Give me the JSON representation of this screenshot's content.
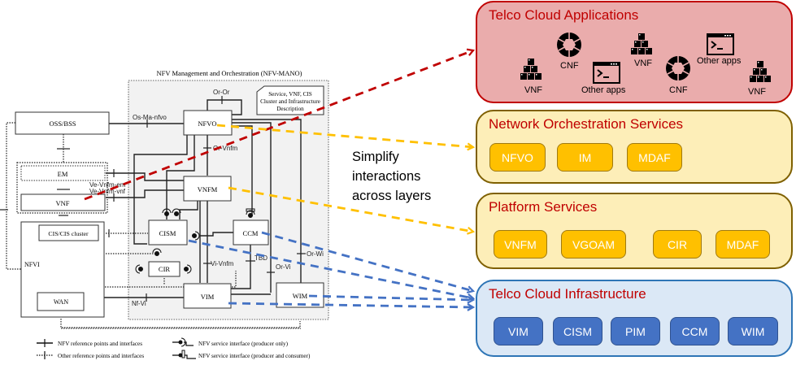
{
  "mano": {
    "title": "NFV Management and Orchestration (NFV-MANO)",
    "description_note": [
      "Service, VNF, CIS",
      "Cluster and Infrastructure",
      "Description"
    ],
    "blocks": {
      "oss_bss": "OSS/BSS",
      "em": "EM",
      "vnf": "VNF",
      "nfvo": "NFVO",
      "vnfm": "VNFM",
      "cism": "CISM",
      "ccm": "CCM",
      "cir": "CIR",
      "vim": "VIM",
      "wim": "WIM",
      "cis_cluster": "CIS/CIS cluster",
      "nfvi": "NFVI",
      "wan": "WAN"
    },
    "interfaces": {
      "or_or": "Or-Or",
      "os_ma_nfvo": "Os-Ma-nfvo",
      "or_vnfm": "Or-Vnfm",
      "ve_vnfm_em": "Ve-Vnfm-em",
      "ve_vnfm_vnf": "Ve-Vnfm-vnf",
      "vi_vnfm": "Vi-Vnfm",
      "tbd": "TBD",
      "or_vi": "Or-Vi",
      "or_wi": "Or-Wi",
      "nf_vi": "Nf-Vi"
    },
    "legend": [
      {
        "symbol": "solid-tick",
        "label": "NFV reference points and interfaces"
      },
      {
        "symbol": "dotted-tick",
        "label": "Other reference points and interfaces"
      },
      {
        "symbol": "producer-only",
        "label": "NFV service interface (producer only)"
      },
      {
        "symbol": "producer-consumer",
        "label": "NFV service interface (producer and consumer)"
      }
    ]
  },
  "annotation": {
    "lines": [
      "Simplify",
      "interactions",
      "across layers"
    ]
  },
  "colors": {
    "apps_arrow": "#c00000",
    "orchestration_arrow": "#ffc000",
    "infra_arrow": "#4472c4",
    "apps_fill": "#eaacac",
    "apps_border": "#c00000",
    "services_fill": "#fdeeb8",
    "services_border": "#7f6000",
    "infra_fill": "#dbe8f6",
    "infra_border": "#2e75b6",
    "layer_title": "#c00000"
  },
  "layers": {
    "applications": {
      "title": "Telco Cloud Applications",
      "items": [
        {
          "icon": "vnf-stack-icon",
          "label": "VNF"
        },
        {
          "icon": "cnf-aperture-icon",
          "label": "CNF"
        },
        {
          "icon": "terminal-window-icon",
          "label": "Other apps"
        },
        {
          "icon": "vnf-stack-icon",
          "label": "VNF"
        },
        {
          "icon": "cnf-aperture-icon",
          "label": "CNF"
        },
        {
          "icon": "terminal-window-icon",
          "label": "Other apps"
        },
        {
          "icon": "vnf-stack-icon",
          "label": "VNF"
        }
      ]
    },
    "orchestration": {
      "title": "Network Orchestration Services",
      "items": [
        "NFVO",
        "IM",
        "MDAF"
      ]
    },
    "platform": {
      "title": "Platform Services",
      "items": [
        "VNFM",
        "VGOAM",
        "CIR",
        "MDAF"
      ]
    },
    "infrastructure": {
      "title": "Telco Cloud Infrastructure",
      "items": [
        "VIM",
        "CISM",
        "PIM",
        "CCM",
        "WIM"
      ]
    }
  }
}
